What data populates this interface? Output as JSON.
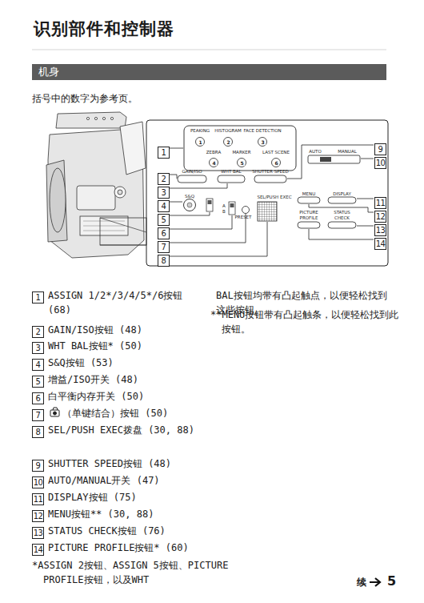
{
  "diagram": {
    "title": "识别部件和控制器",
    "nodes": [
      {
        "text": [
          "机身"
        ]
      },
      {
        "text": [
          "1"
        ]
      },
      {
        "text": [
          "2"
        ]
      },
      {
        "text": [
          "3"
        ]
      },
      {
        "text": [
          "4"
        ]
      },
      {
        "text": [
          "5"
        ]
      },
      {
        "text": [
          "6"
        ]
      },
      {
        "text": [
          "7"
        ]
      },
      {
        "text": [
          "8"
        ]
      },
      {
        "text": [
          "9"
        ]
      },
      {
        "text": [
          "10"
        ]
      },
      {
        "text": [
          "11"
        ]
      },
      {
        "text": [
          "12"
        ]
      },
      {
        "text": [
          "13"
        ]
      },
      {
        "text": [
          "14"
        ]
      },
      {
        "text": [
          "1",
          "ASSIGN 1/2*/3/4/5*/6按钮 (68)"
        ]
      },
      {
        "text": [
          "2",
          "GAIN/ISO按钮 (48)"
        ]
      },
      {
        "text": [
          "3",
          "WHT BAL按钮* (50)"
        ]
      },
      {
        "text": [
          "4",
          "S&Q按钮 (53)"
        ]
      },
      {
        "text": [
          "5",
          "增益/ISO开关 (48)"
        ]
      },
      {
        "text": [
          "6",
          "白平衡内存开关 (50)"
        ]
      },
      {
        "text": [
          "7",
          "（单键结合）按钮 (50)"
        ]
      },
      {
        "text": [
          "8",
          "SEL/PUSH EXEC拨盘 (30, 88)"
        ]
      },
      {
        "text": [
          "9",
          "SHUTTER SPEED按钮 (48)"
        ]
      },
      {
        "text": [
          "10",
          "AUTO/MANUAL开关 (47)"
        ]
      },
      {
        "text": [
          "11",
          "DISPLAY按钮 (75)"
        ]
      },
      {
        "text": [
          "12",
          "MENU按钮** (30, 88)"
        ]
      },
      {
        "text": [
          "13",
          "STATUS CHECK按钮 (76)"
        ]
      },
      {
        "text": [
          "14",
          "PICTURE PROFILE按钮* (60)"
        ]
      }
    ],
    "labels": [
      "括号中的数字为参考页。",
      "PEAKING",
      "1",
      "HISTOGRAM",
      "2",
      "FACE DETECTION",
      "3",
      "ZEBRA",
      "4",
      "MARKER",
      "5",
      "LAST SCENE",
      "6",
      "GAIN/ISO",
      "WHT BAL",
      "SHUTTER SPEED",
      "AUTO",
      "MANUAL",
      "S&Q",
      "A",
      "B",
      "PRESET",
      "SEL/PUSH EXEC",
      "MENU",
      "DISPLAY",
      "PICTURE PROFILE",
      "STATUS CHECK",
      "*ASSIGN 2按钮、ASSIGN 5按钮、PICTURE PROFILE按钮，以及WHT",
      "BAL按钮均带有凸起触点，以便轻松找到这些按钮。",
      "**MENU按钮带有凸起触条，以便轻松找到此按钮。",
      "续",
      "5"
    ]
  }
}
